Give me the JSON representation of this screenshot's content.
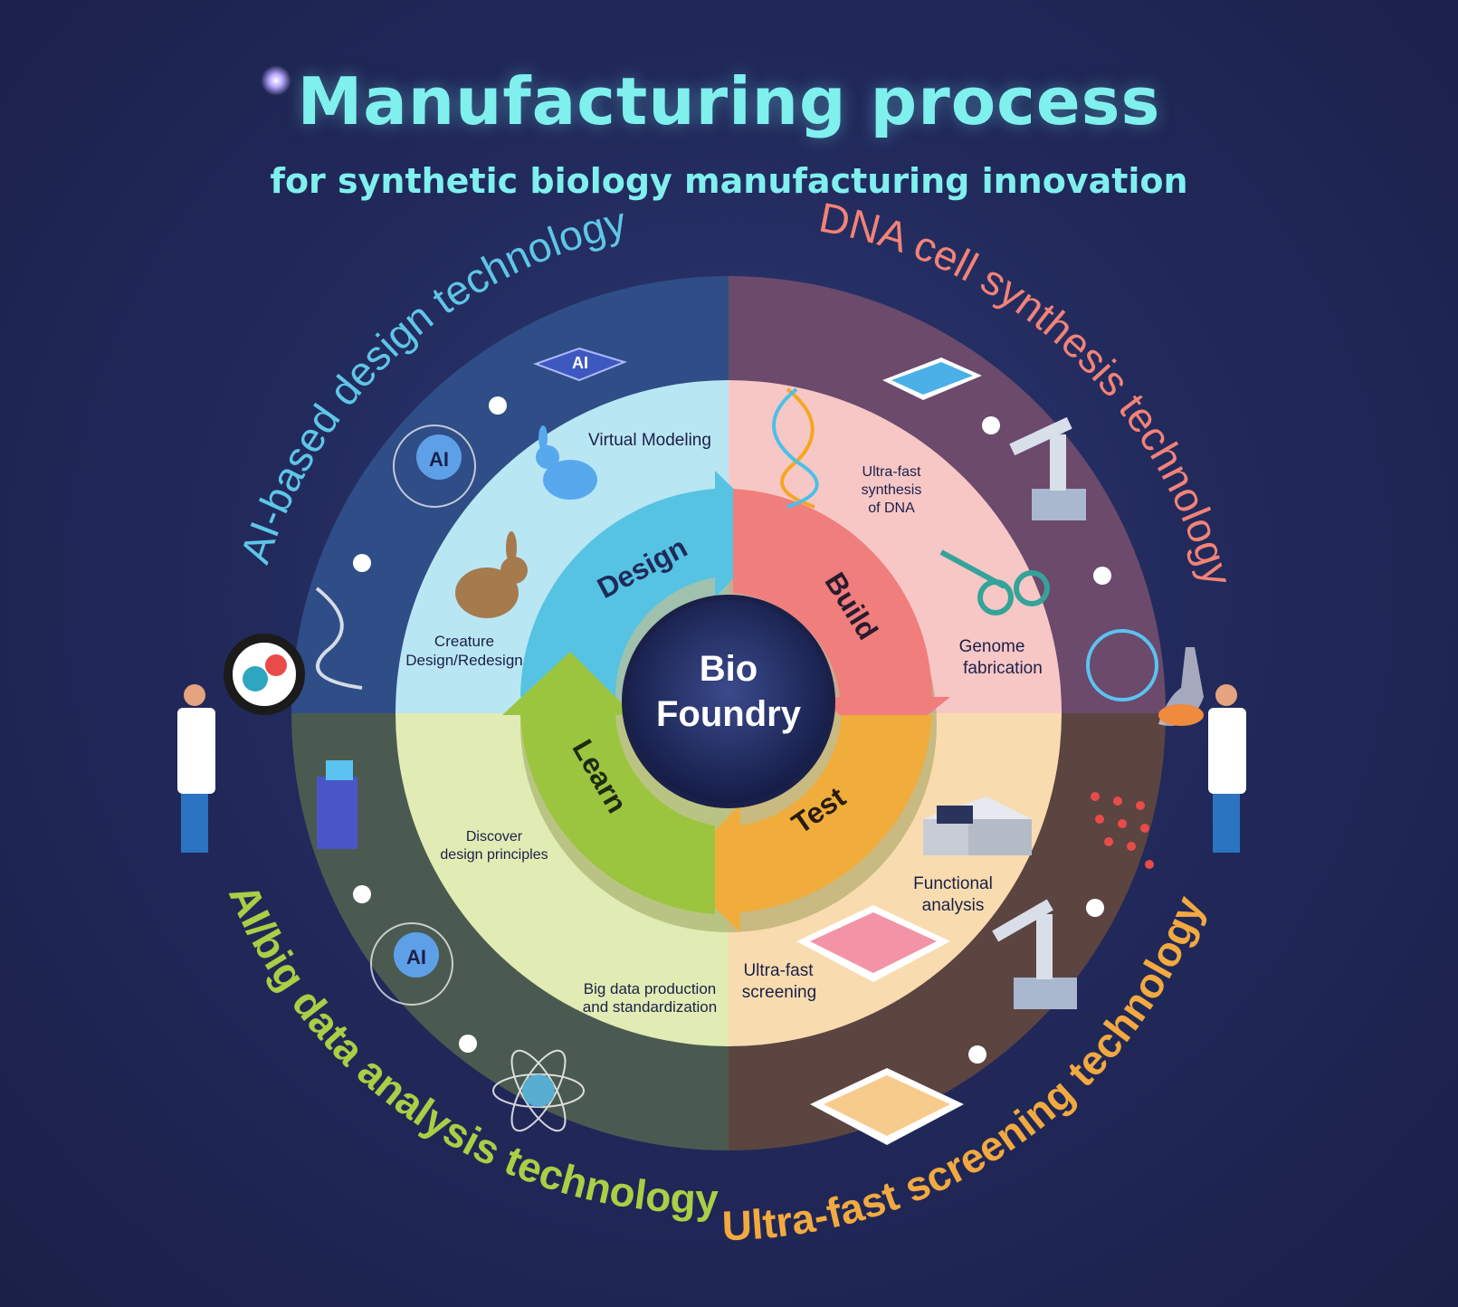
{
  "title": "Manufacturing process",
  "subtitle": "for synthetic biology manufacturing innovation",
  "center": {
    "line1": "Bio",
    "line2": "Foundry"
  },
  "cycle": {
    "design": "Design",
    "build": "Build",
    "test": "Test",
    "learn": "Learn"
  },
  "outer_labels": {
    "top_left": "AI-based design technology",
    "top_right": "DNA cell synthesis technology",
    "bottom_left": "AI/big data analysis technology",
    "bottom_right": "Ultra-fast screening technology"
  },
  "steps": {
    "virtual_modeling": "Virtual Modeling",
    "creature_1": "Creature",
    "creature_2": "Design/Redesign",
    "dna_1": "Ultra-fast",
    "dna_2": "synthesis",
    "dna_3": "of DNA",
    "genome_1": "Genome",
    "genome_2": "fabrication",
    "functional_1": "Functional",
    "functional_2": "analysis",
    "screening_1": "Ultra-fast",
    "screening_2": "screening",
    "bigdata_1": "Big data production",
    "bigdata_2": "and standardization",
    "discover_1": "Discover",
    "discover_2": "design principles"
  },
  "icons": {
    "ai_chip": "AI",
    "ai_head": "AI",
    "ai_head_2": "AI"
  },
  "colors": {
    "design": "#56c3e3",
    "build": "#f07e7c",
    "test": "#f0ad3c",
    "learn": "#9cc53f",
    "title": "#7ff0ee",
    "label_tl": "#5fc6e6",
    "label_tr": "#f28377",
    "label_bl": "#a9cf45",
    "label_br": "#f2a940"
  }
}
